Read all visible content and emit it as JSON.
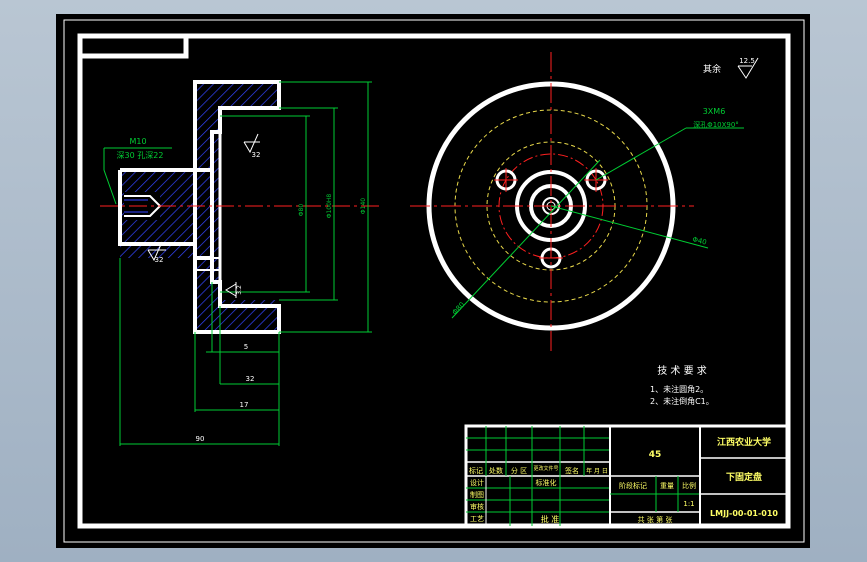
{
  "colors": {
    "background": "#000000",
    "frame": "#ffffff",
    "centerline": "#ff2020",
    "dimension": "#00cc33",
    "hidden": "#e8d84a",
    "hatch": "#3344ff",
    "title_text": "#ffff66"
  },
  "drawing": {
    "side_view": {
      "thread_note": "M10",
      "thread_depth_note": "深30 孔深22",
      "roughness_1": "32",
      "roughness_2": "32",
      "roughness_3": "3.2",
      "dim_d80": "Φ80",
      "dim_d100": "Φ100H8",
      "dim_d140": "Φ140",
      "dim_5": "5",
      "dim_32": "32",
      "dim_17": "17",
      "dim_90": "90"
    },
    "front_view": {
      "hole_note": "3XM6",
      "hole_note_2": "深孔Φ10X90°",
      "dim_d40": "Φ40",
      "dim_d80": "Φ80"
    },
    "roughness_rest_label": "其余",
    "roughness_rest_value": "12.5",
    "tech_requirements": {
      "title": "技 术 要 求",
      "items": [
        "1、未注圆角2。",
        "2、未注倒角C1。"
      ]
    },
    "title_block": {
      "material": "45",
      "school": "江西农业大学",
      "part_name": "下固定盘",
      "drawing_no": "LMJJ-00-01-010",
      "scale": "1:1",
      "labels": {
        "mark": "标记",
        "count": "处数",
        "zone": "分 区",
        "change_doc": "更改文件号",
        "signature": "签名",
        "date": "年 月 日",
        "design": "设计",
        "standard": "标准化",
        "draw": "制图",
        "review": "审核",
        "process": "工艺",
        "approve": "批 准",
        "stage": "阶段标记",
        "weight": "重量",
        "ratio": "比例",
        "sheets": "共 张 第 张"
      }
    }
  }
}
